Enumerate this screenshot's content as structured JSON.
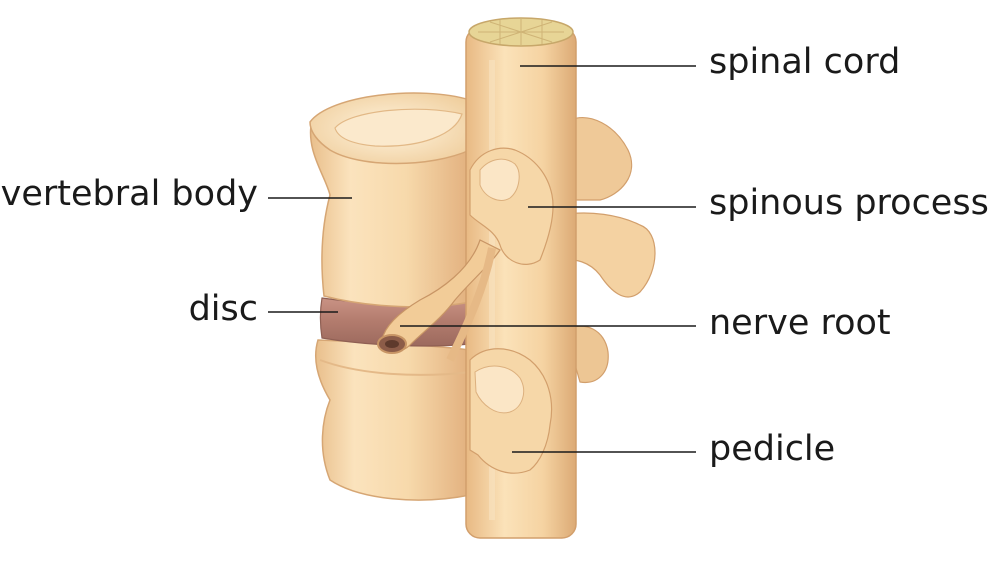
{
  "labels": {
    "spinal_cord": "spinal cord",
    "spinous_process": "spinous process",
    "nerve_root": "nerve root",
    "pedicle": "pedicle",
    "vertebral_body": "vertebral body",
    "disc": "disc"
  },
  "colors": {
    "bone_light": "#fbe6c4",
    "bone_mid": "#f2cf9d",
    "bone_dark": "#d9a877",
    "cord_top": "#e8d79a",
    "disc": "#b57f72",
    "leader_line": "#1a1a1a"
  }
}
